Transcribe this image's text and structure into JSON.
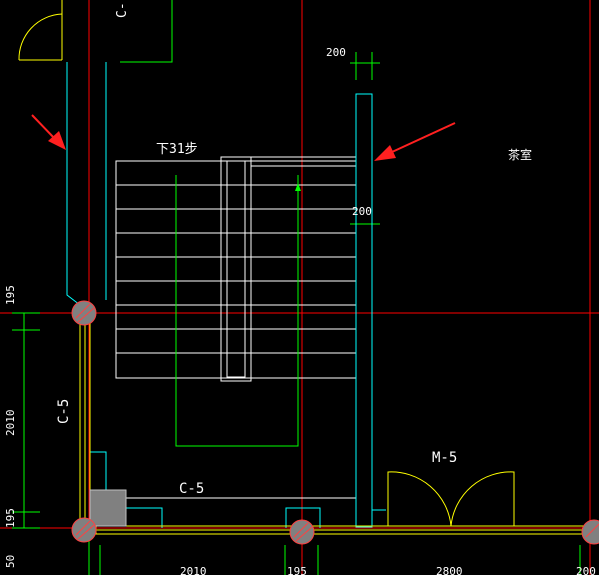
{
  "labels": {
    "window_top": "C-",
    "stair_note": "下31步",
    "room_name": "茶室",
    "dim_wall_top": "200",
    "dim_wall_mid": "200",
    "dim_left_195": "195",
    "dim_left_2010": "2010",
    "dim_left_50": "50",
    "dim_left_bottom": "195",
    "window_left": "C-5",
    "window_bottom": "C-5",
    "door": "M-5",
    "dim_bottom_2010": "2010",
    "dim_bottom_195": "195",
    "dim_bottom_2800": "2800",
    "dim_bottom_200": "200"
  },
  "colors": {
    "background": "#000000",
    "grid_axis": "#ff0000",
    "wall": "#00ffff",
    "stair": "#ffffff",
    "door_window": "#ffff00",
    "dimension": "#00ff00",
    "arrow": "#ff2020",
    "column": "#808080"
  }
}
